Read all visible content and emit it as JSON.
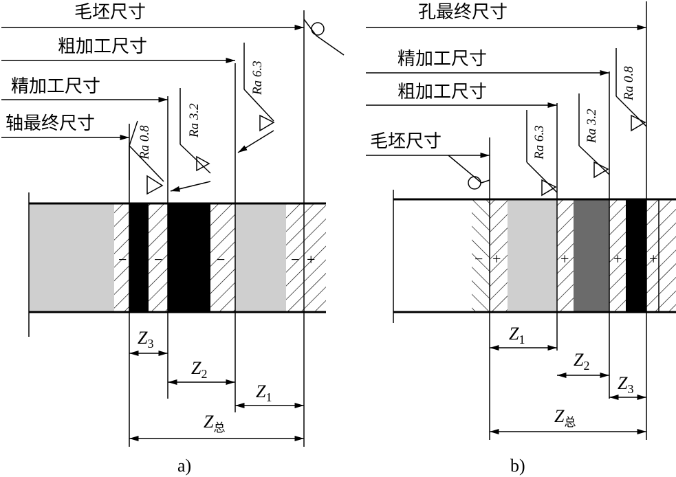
{
  "panel_a": {
    "caption": "a)",
    "labels": {
      "blank": "毛坯尺寸",
      "rough": "粗加工尺寸",
      "finish": "精加工尺寸",
      "final": "轴最终尺寸"
    },
    "roughness": {
      "r1": "Ra 6.3",
      "r2": "Ra 3.2",
      "r3": "Ra 0.8"
    },
    "z": {
      "z1": "Z",
      "z1_sub": "1",
      "z2": "Z",
      "z2_sub": "2",
      "z3": "Z",
      "z3_sub": "3",
      "zt": "Z",
      "zt_sub": "总"
    },
    "signs": [
      "−",
      "−",
      "−",
      "−",
      "+"
    ]
  },
  "panel_b": {
    "caption": "b)",
    "labels": {
      "final": "孔最终尺寸",
      "finish": "精加工尺寸",
      "rough": "粗加工尺寸",
      "blank": "毛坯尺寸"
    },
    "roughness": {
      "r1": "Ra 6.3",
      "r2": "Ra 3.2",
      "r3": "Ra 0.8"
    },
    "z": {
      "z1": "Z",
      "z1_sub": "1",
      "z2": "Z",
      "z2_sub": "2",
      "z3": "Z",
      "z3_sub": "3",
      "zt": "Z",
      "zt_sub": "总"
    },
    "signs": [
      "−",
      "+",
      "+",
      "+",
      "+"
    ]
  }
}
